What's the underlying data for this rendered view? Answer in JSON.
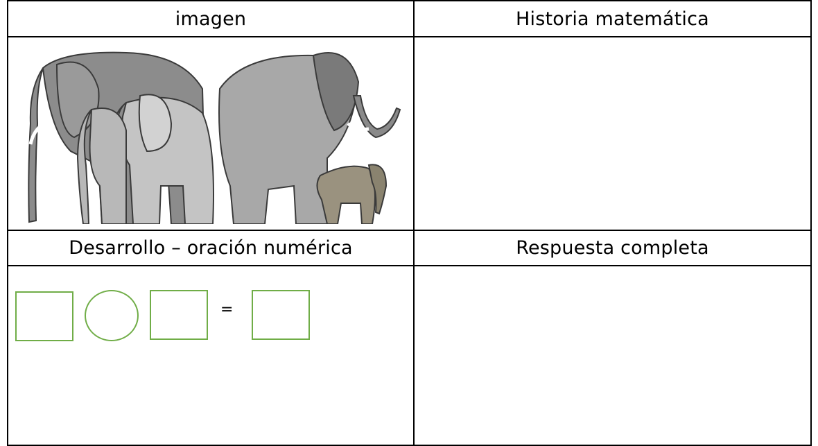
{
  "worksheet": {
    "headers": {
      "image": "imagen",
      "story": "Historia matemática",
      "work": "Desarrollo – oración numérica",
      "answer": "Respuesta completa"
    },
    "number_sentence": {
      "equals": "="
    },
    "colors": {
      "grid": "#000000",
      "shape_outline": "#70ad47"
    }
  }
}
